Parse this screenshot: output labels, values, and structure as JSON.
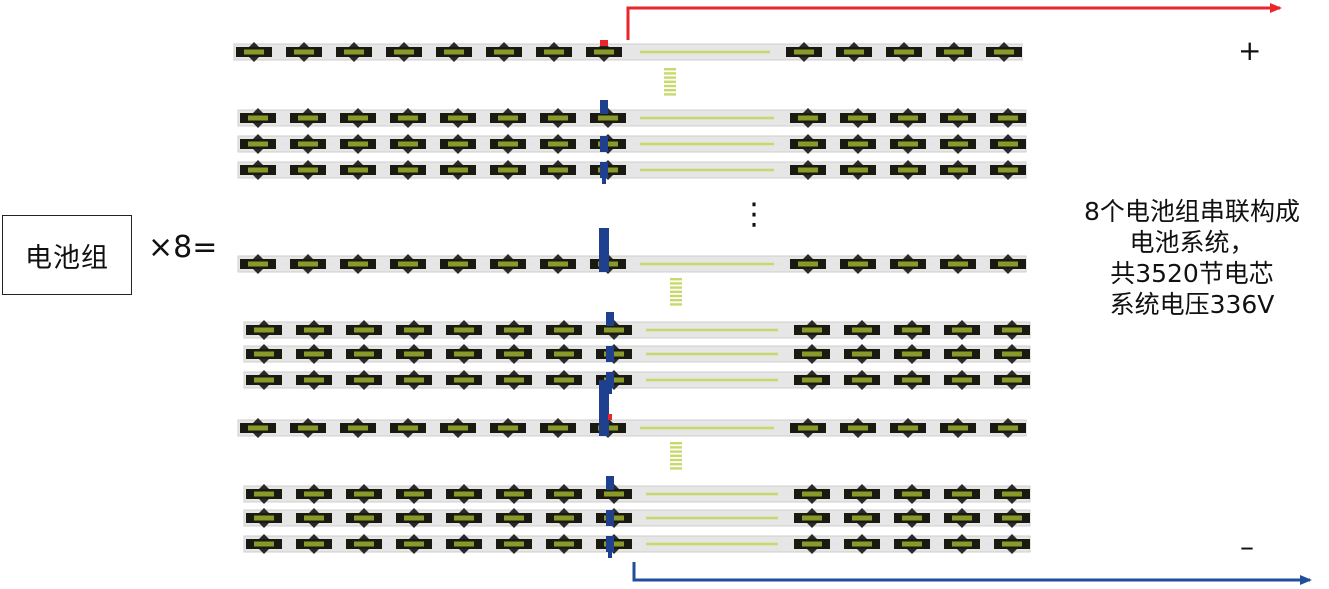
{
  "labels": {
    "pack": "电池组",
    "multiplier": "×8=",
    "description": [
      "8个电池组串联构成",
      "电池系统，",
      "共3520节电芯",
      "系统电压336V"
    ],
    "positive": "+",
    "negative": "–",
    "continuation": "⋮"
  },
  "colors": {
    "positive_lead": "#e8262b",
    "negative_lead": "#1f4e9c",
    "bus_bar": "#1f3f8f",
    "cell_band": "#1a1a10",
    "cell_center": "#8a9a2a",
    "connector": "#c9d86a",
    "strip": "#e6e6e6"
  },
  "icons": {
    "positive_arrow": "arrow-right-icon",
    "negative_arrow": "arrow-right-icon"
  }
}
